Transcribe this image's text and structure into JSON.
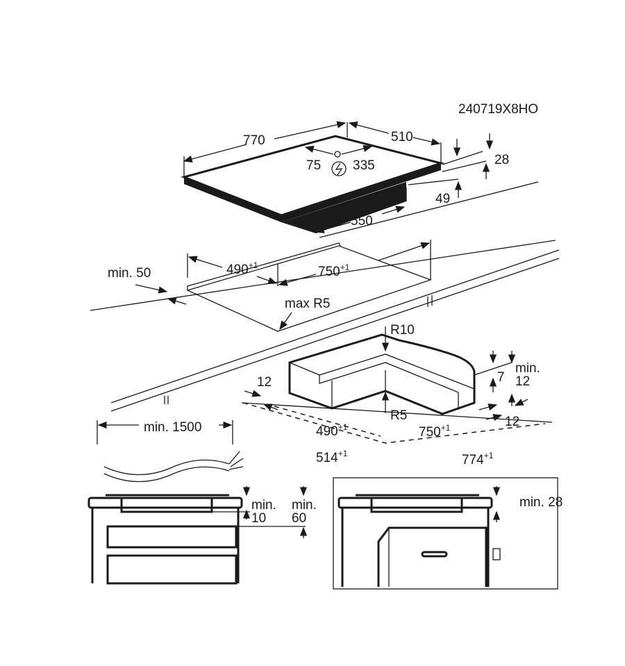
{
  "model_code": "240719X8HO",
  "hob": {
    "width": "770",
    "depth": "510",
    "offset_left": "75",
    "offset_right": "335",
    "thickness": "28",
    "height_below": "49",
    "bottom_width": "550",
    "power_icon": "lightning-circle-icon"
  },
  "cutout": {
    "min_edge": "min. 50",
    "depth": "490",
    "width": "750",
    "tolerance": "+1",
    "radius": "max R5"
  },
  "frame": {
    "r_outer": "R10",
    "r_inner": "R5",
    "edge_left": "12",
    "edge_right": "12",
    "step": "7",
    "min_label": "min.",
    "min_value": "12",
    "inner_depth": "490",
    "inner_width": "750",
    "outer_depth": "514",
    "outer_width": "774",
    "tolerance": "+1"
  },
  "cable": {
    "length": "min. 1500"
  },
  "install_left": {
    "gap_label": "min.",
    "gap_value": "10",
    "clear_label": "min.",
    "clear_value": "60"
  },
  "install_right": {
    "clearance": "min. 28"
  }
}
